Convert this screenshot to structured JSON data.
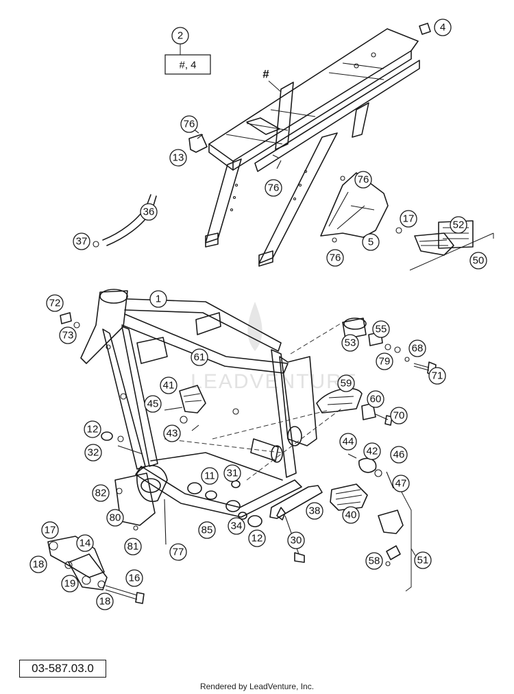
{
  "diagram": {
    "reference_code": "03-587.03.0",
    "footer_text": "Rendered by LeadVenture, Inc.",
    "watermark_text": "LEADVENTURE",
    "legend": {
      "part": "2",
      "text": "#, 4"
    },
    "hash_labels": [
      "#"
    ],
    "callouts": [
      "4",
      "76",
      "13",
      "76",
      "36",
      "37",
      "76",
      "5",
      "76",
      "17",
      "52",
      "50",
      "1",
      "72",
      "73",
      "61",
      "41",
      "45",
      "43",
      "12",
      "32",
      "11",
      "31",
      "82",
      "80",
      "81",
      "77",
      "85",
      "34",
      "12",
      "53",
      "55",
      "79",
      "68",
      "71",
      "59",
      "60",
      "70",
      "44",
      "42",
      "46",
      "47",
      "38",
      "40",
      "30",
      "17",
      "14",
      "18",
      "19",
      "16",
      "18",
      "51",
      "58"
    ]
  }
}
